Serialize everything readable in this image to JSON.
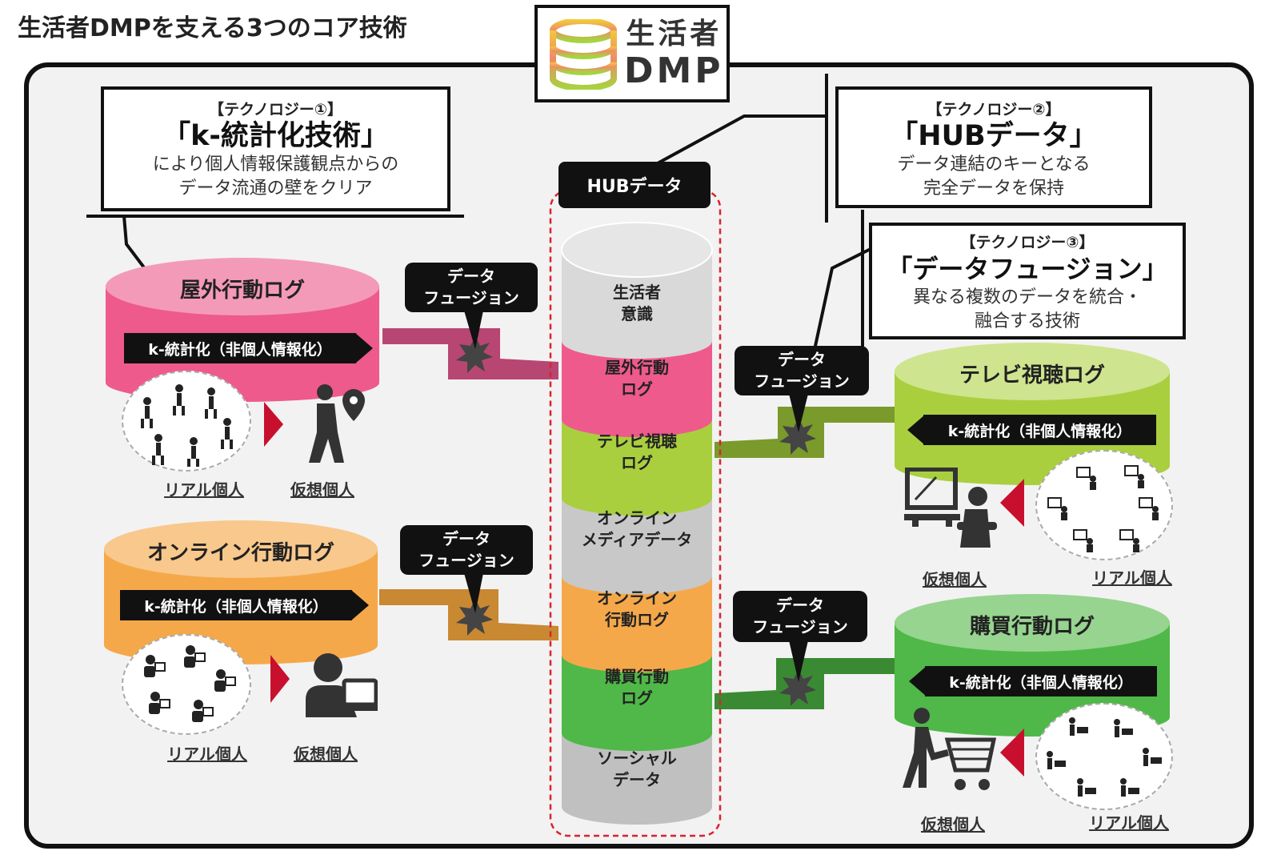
{
  "title": "生活者DMPを支える3つのコア技術",
  "logo": {
    "line1": "生活者",
    "line2": "DMP"
  },
  "tech1": {
    "tag": "【テクノロジー①】",
    "name": "「k-統計化技術」",
    "desc1": "により個人情報保護観点からの",
    "desc2": "データ流通の壁をクリア"
  },
  "tech2": {
    "tag": "【テクノロジー②】",
    "name": "「HUBデータ」",
    "desc1": "データ連結のキーとなる",
    "desc2": "完全データを保持"
  },
  "tech3": {
    "tag": "【テクノロジー③】",
    "name": "「データフュージョン」",
    "desc1": "異なる複数のデータを統合・",
    "desc2": "融合する技術"
  },
  "hub": {
    "label": "HUBデータ",
    "segments": [
      {
        "line1": "生活者",
        "line2": "意識",
        "color": "#d9d9d9"
      },
      {
        "line1": "屋外行動",
        "line2": "ログ",
        "color": "#ee5a8b"
      },
      {
        "line1": "テレビ視聴",
        "line2": "ログ",
        "color": "#a9cf3f"
      },
      {
        "line1": "オンライン",
        "line2": "メディアデータ",
        "color": "#c8c8c8"
      },
      {
        "line1": "オンライン",
        "line2": "行動ログ",
        "color": "#f5a84a"
      },
      {
        "line1": "購買行動",
        "line2": "ログ",
        "color": "#4fb848"
      },
      {
        "line1": "ソーシャル",
        "line2": "データ",
        "color": "#c0c0c0"
      }
    ]
  },
  "fusion_label": {
    "line1": "データ",
    "line2": "フュージョン"
  },
  "databases": {
    "outdoor": {
      "title": "屋外行動ログ",
      "bar": "k-統計化（非個人情報化）",
      "color": "#ee5a8b",
      "top_color": "#f49ab9"
    },
    "online": {
      "title": "オンライン行動ログ",
      "bar": "k-統計化（非個人情報化）",
      "color": "#f5a84a",
      "top_color": "#f8c88c"
    },
    "tv": {
      "title": "テレビ視聴ログ",
      "bar": "k-統計化（非個人情報化）",
      "color": "#a9cf3f",
      "top_color": "#cfe48f"
    },
    "purchase": {
      "title": "購買行動ログ",
      "bar": "k-統計化（非個人情報化）",
      "color": "#4fb848",
      "top_color": "#96d48f"
    }
  },
  "labels": {
    "real": "リアル個人",
    "virtual": "仮想個人"
  }
}
